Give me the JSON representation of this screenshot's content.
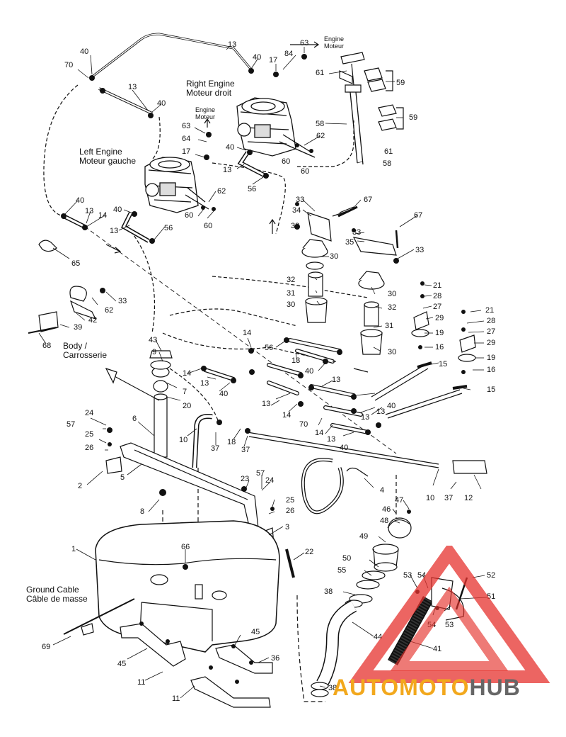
{
  "captions": {
    "right_engine": [
      "Right Engine",
      "Moteur droit"
    ],
    "left_engine": [
      "Left Engine",
      "Moteur gauche"
    ],
    "engine_top": [
      "Engine",
      "Moteur"
    ],
    "engine_left": [
      "Engine",
      "Moteur"
    ],
    "body": [
      "Body /",
      "Carrosserie"
    ],
    "ground_cable": [
      "Ground Cable",
      "Câble de masse"
    ]
  },
  "callouts": [
    "40",
    "13",
    "63",
    "84",
    "17",
    "70",
    "40",
    "13",
    "40",
    "61",
    "59",
    "59",
    "63",
    "64",
    "17",
    "58",
    "62",
    "61",
    "60",
    "60",
    "58",
    "40",
    "13",
    "56",
    "62",
    "60",
    "60",
    "40",
    "14",
    "13",
    "40",
    "56",
    "13",
    "33",
    "34",
    "33",
    "67",
    "67",
    "33",
    "35",
    "33",
    "65",
    "30",
    "32",
    "31",
    "30",
    "30",
    "32",
    "21",
    "28",
    "27",
    "29",
    "31",
    "19",
    "16",
    "30",
    "21",
    "28",
    "27",
    "29",
    "19",
    "16",
    "33",
    "62",
    "42",
    "39",
    "68",
    "14",
    "56",
    "13",
    "40",
    "13",
    "43",
    "9",
    "7",
    "20",
    "14",
    "13",
    "40",
    "13",
    "14",
    "13",
    "40",
    "70",
    "14",
    "13",
    "40",
    "15",
    "15",
    "13",
    "24",
    "57",
    "25",
    "26",
    "6",
    "10",
    "37",
    "18",
    "37",
    "2",
    "5",
    "10",
    "37",
    "12",
    "23",
    "57",
    "24",
    "25",
    "26",
    "4",
    "8",
    "3",
    "47",
    "46",
    "48",
    "49",
    "1",
    "66",
    "22",
    "50",
    "55",
    "53",
    "54",
    "52",
    "38",
    "51",
    "54",
    "53",
    "44",
    "41",
    "69",
    "45",
    "45",
    "36",
    "11",
    "11",
    "38"
  ],
  "watermark": {
    "auto": "AUTO",
    "moto": "MOTO",
    "hub": "HUB"
  },
  "colors": {
    "ink": "#111111",
    "watermark_red": "#e5322d",
    "watermark_orange": "#f2a81d",
    "watermark_gray": "#666666"
  }
}
